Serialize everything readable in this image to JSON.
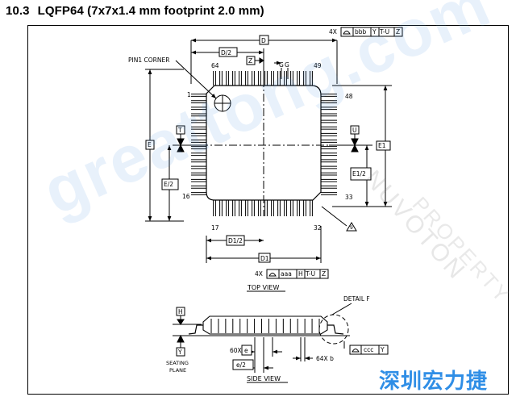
{
  "section": {
    "number": "10.3",
    "title": "LQFP64 (7x7x1.4 mm footprint 2.0 mm)"
  },
  "top_view": {
    "caption": "TOP VIEW",
    "pin1_corner_label": "PIN1 CORNER",
    "pins": {
      "top_left": "64",
      "top_right": "49",
      "left_top": "1",
      "left_bottom": "16",
      "bottom_left": "17",
      "bottom_right": "32",
      "right_top": "48",
      "right_bottom": "33"
    },
    "dims": {
      "D": "D",
      "D_half": "D/2",
      "D1": "D1",
      "D1_half": "D1/2",
      "E": "E",
      "E_half": "E/2",
      "E1": "E1",
      "E1_half": "E1/2"
    },
    "datums": {
      "Z": "Z",
      "T": "T",
      "U": "U",
      "G": "G"
    },
    "fcf_top": {
      "count": "4X",
      "tolerance": "bbb",
      "datums": [
        "Y",
        "T-U",
        "Z"
      ]
    },
    "fcf_bottom": {
      "count": "4X",
      "tolerance": "aaa",
      "datums": [
        "H",
        "T-U",
        "Z"
      ]
    },
    "flag_label": "9"
  },
  "side_view": {
    "caption": "SIDE VIEW",
    "detail_label": "DETAIL F",
    "datum_h": "H",
    "datum_y": "Y",
    "seating_plane": [
      "SEATING",
      "PLANE"
    ],
    "pitch": {
      "count": "60X",
      "label": "e"
    },
    "half_pitch": "e/2",
    "lead_width": "64X b",
    "fcf": {
      "tolerance": "ccc",
      "datum": "Y"
    }
  },
  "watermarks": {
    "site": "greattong.com",
    "owner_1": "NUVOTON",
    "owner_2": "PROPERTY",
    "brand": "深圳宏力捷"
  }
}
